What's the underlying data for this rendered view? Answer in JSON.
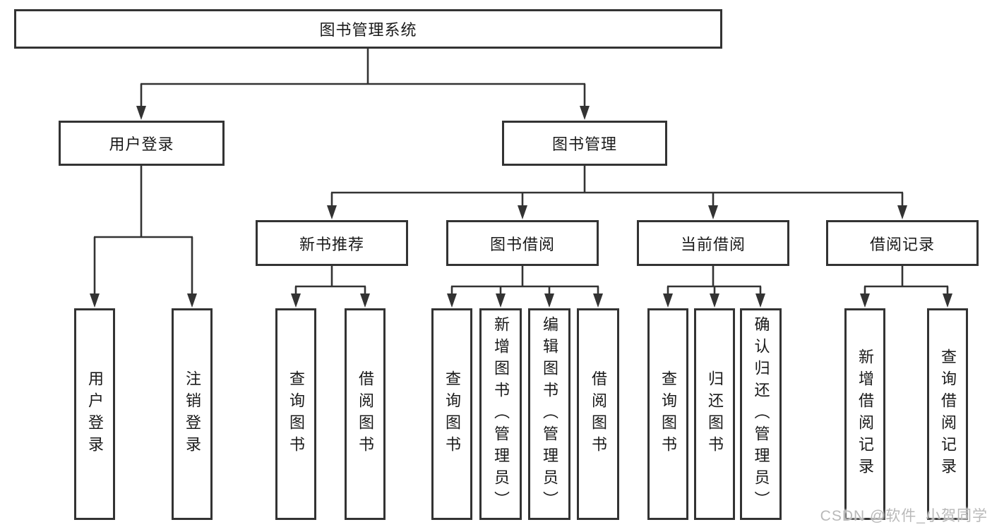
{
  "diagram_title": "图书管理系统",
  "colors": {
    "line": "#333333",
    "box_border": "#333333",
    "box_fill": "#ffffff",
    "text": "#1a1a1a",
    "watermark": "#b9b9b9"
  },
  "tree": {
    "root": {
      "label": "图书管理系统"
    },
    "children": [
      {
        "label": "用户登录",
        "children": [
          {
            "label": "用户登录"
          },
          {
            "label": "注销登录"
          }
        ]
      },
      {
        "label": "图书管理",
        "children": [
          {
            "label": "新书推荐",
            "children": [
              {
                "label": "查询图书"
              },
              {
                "label": "借阅图书"
              }
            ]
          },
          {
            "label": "图书借阅",
            "children": [
              {
                "label": "查询图书"
              },
              {
                "label": "新增图书（管理员）"
              },
              {
                "label": "编辑图书（管理员）"
              },
              {
                "label": "借阅图书"
              }
            ]
          },
          {
            "label": "当前借阅",
            "children": [
              {
                "label": "查询图书"
              },
              {
                "label": "归还图书"
              },
              {
                "label": "确认归还（管理员）"
              }
            ]
          },
          {
            "label": "借阅记录",
            "children": [
              {
                "label": "新增借阅记录"
              },
              {
                "label": "查询借阅记录"
              }
            ]
          }
        ]
      }
    ]
  },
  "watermark": {
    "text": "CSDN @软件_小贺同学"
  }
}
